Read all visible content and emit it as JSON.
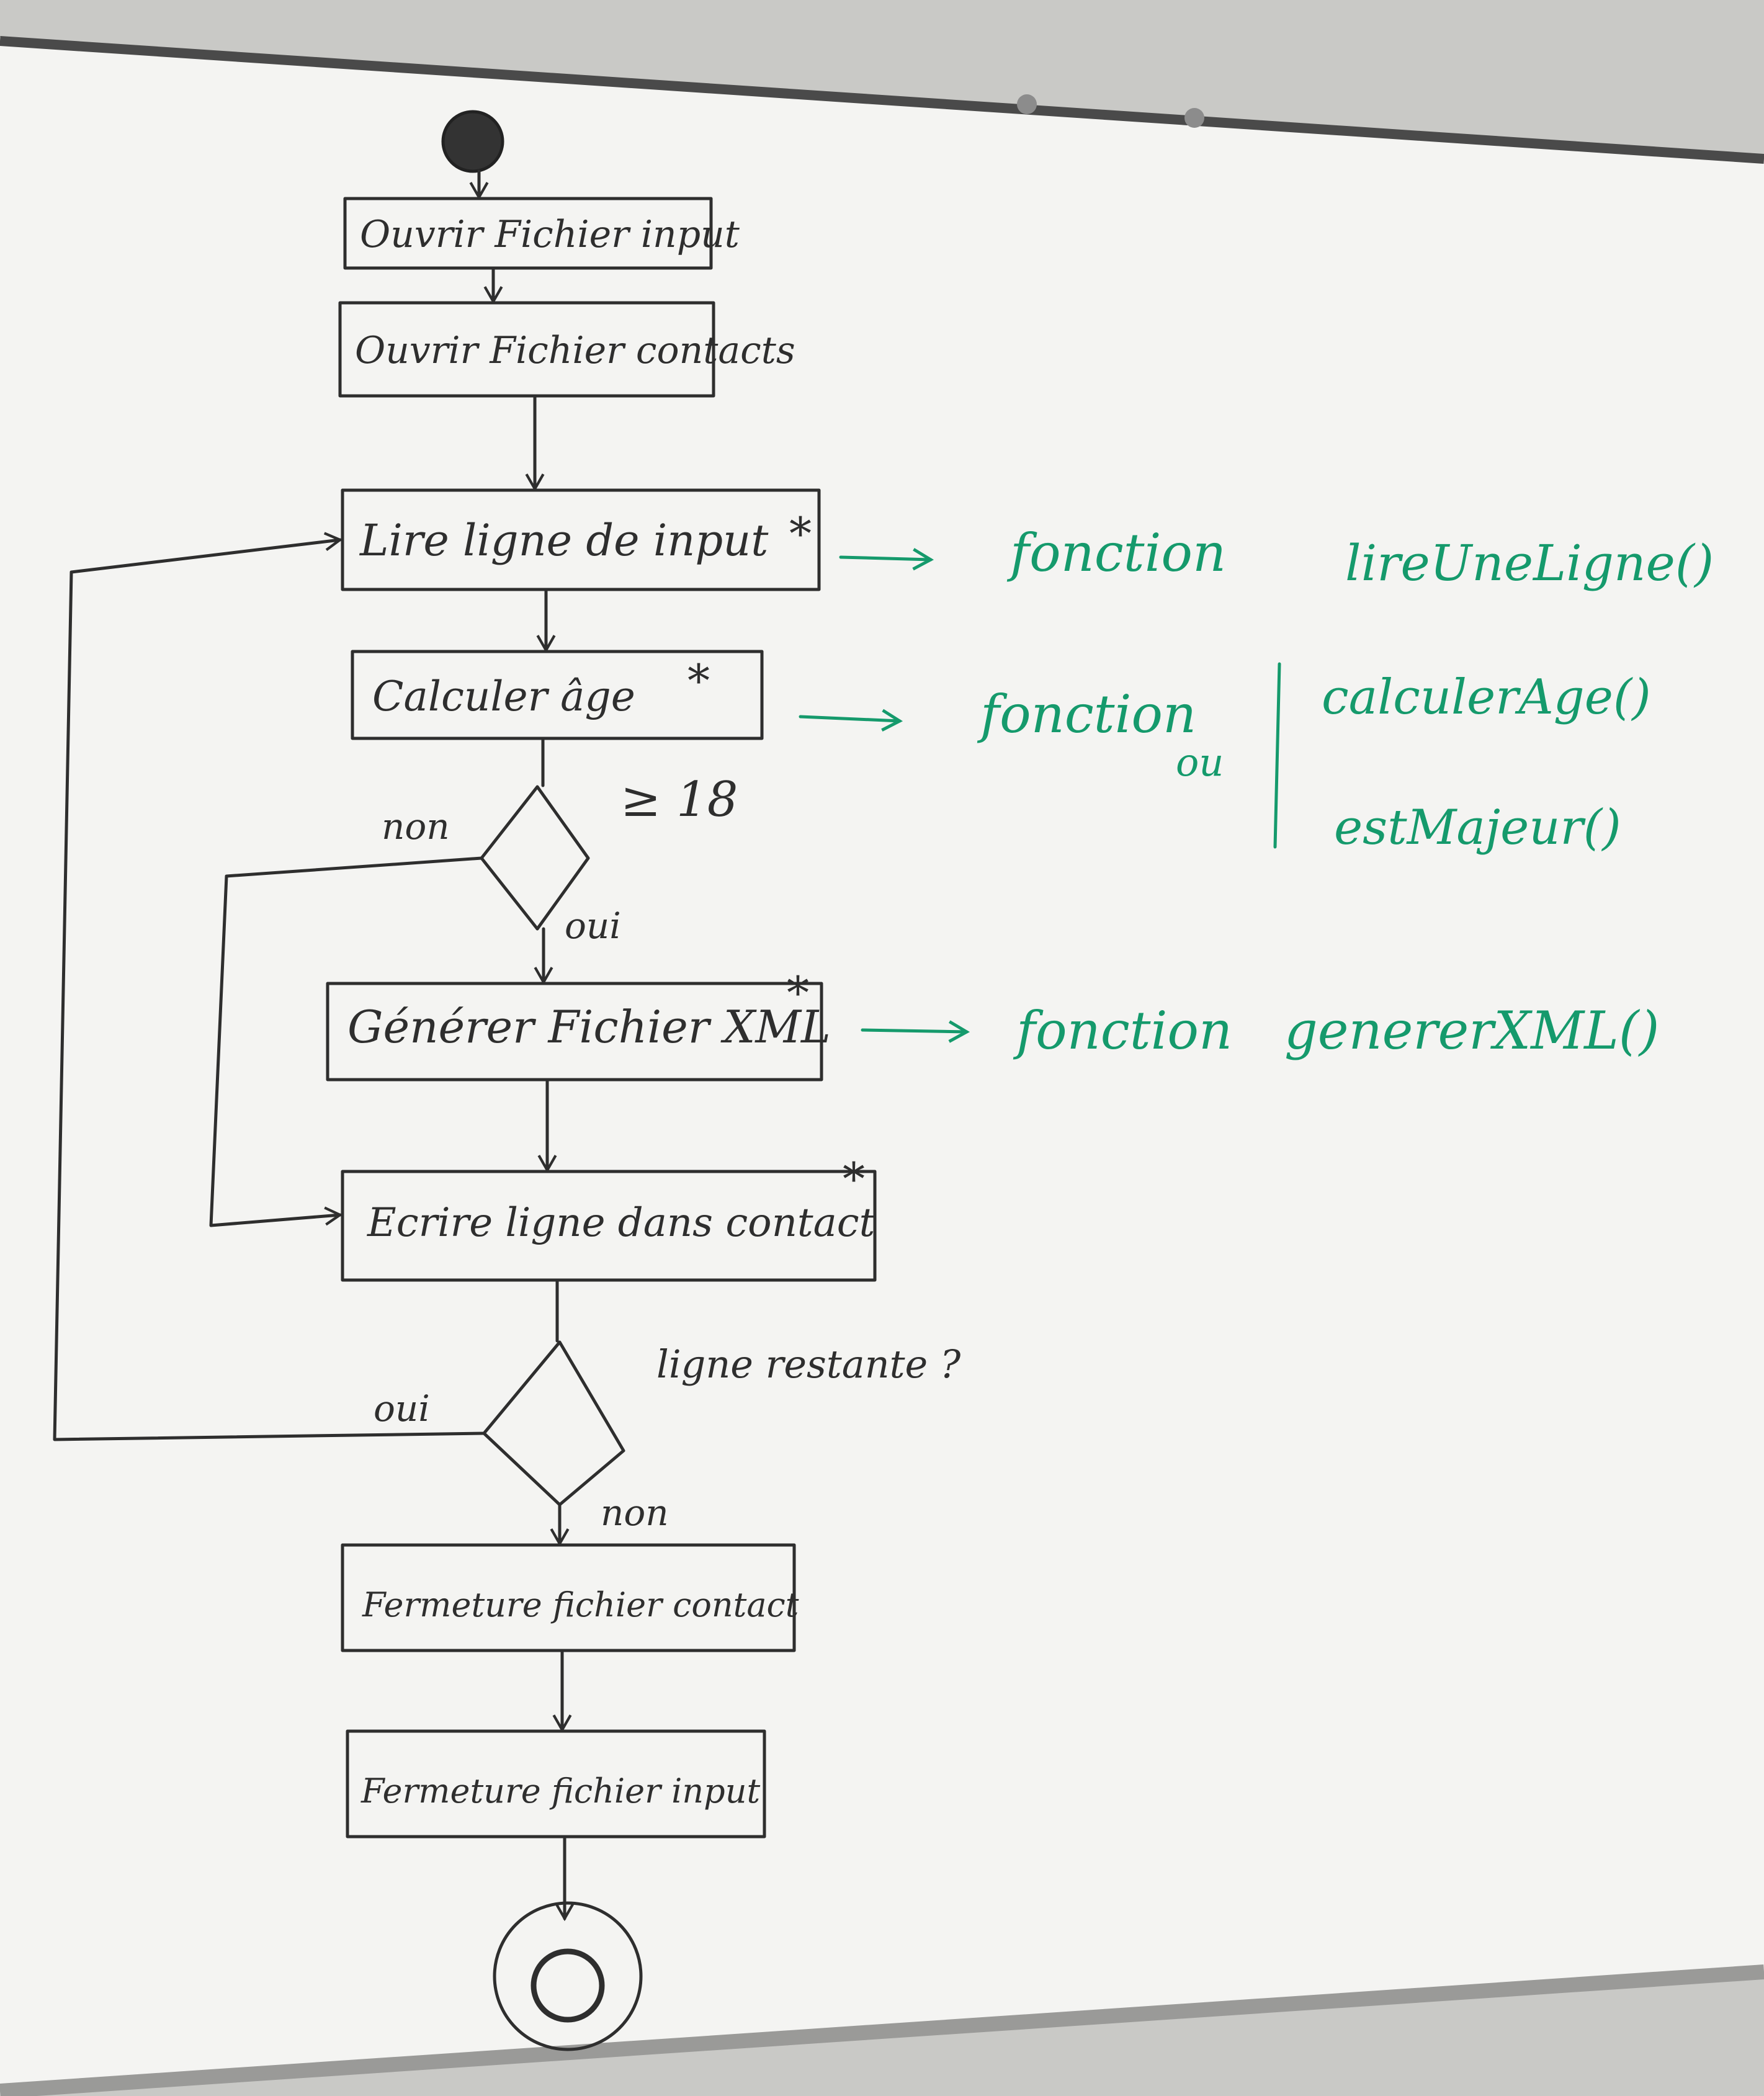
{
  "flowchart": {
    "steps": [
      "Ouvrir Fichier input",
      "Ouvrir Fichier contacts",
      "Lire ligne de input",
      "Calculer âge",
      "Générer Fichier XML",
      "Ecrire ligne dans contact",
      "Fermeture fichier contact",
      "Fermeture fichier input"
    ],
    "marker": "*",
    "decisions": [
      {
        "condition": "≥ 18",
        "yes": "oui",
        "no": "non"
      },
      {
        "condition": "ligne restante ?",
        "yes": "oui",
        "no": "non"
      }
    ]
  },
  "annotations": [
    {
      "word": "fonction",
      "function": "lireUneLigne()"
    },
    {
      "word": "fonction",
      "function": "calculerAge()",
      "or_word": "ou",
      "alt_function": "estMajeur()"
    },
    {
      "word": "fonction",
      "function": "genererXML()"
    }
  ],
  "colors": {
    "board": "#f4f4f2",
    "marker_black": "#2e2e2e",
    "marker_green": "#159a6c",
    "frame": "#4a4a4a"
  }
}
